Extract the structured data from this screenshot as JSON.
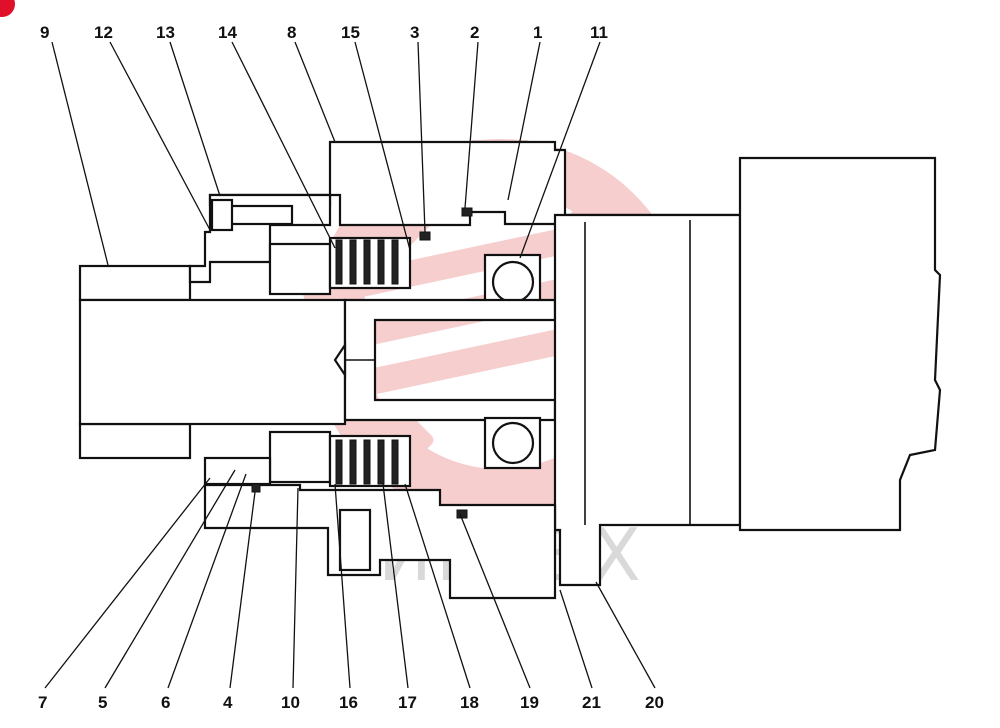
{
  "part_labels_top": [
    "9",
    "12",
    "13",
    "14",
    "8",
    "15",
    "3",
    "2",
    "1",
    "11"
  ],
  "part_labels_bottom": [
    "7",
    "5",
    "6",
    "4",
    "10",
    "16",
    "17",
    "18",
    "19",
    "21",
    "20"
  ],
  "watermark": "ИНТЕХ",
  "colors": {
    "line": "#111111",
    "watermark_gear": "#f6c9c9",
    "corner_badge": "#e0102a"
  }
}
